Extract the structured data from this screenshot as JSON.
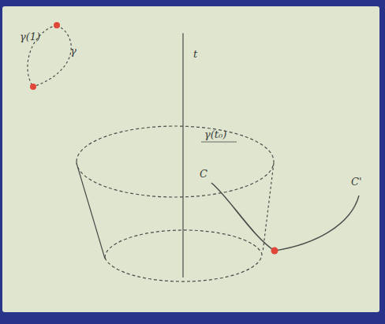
{
  "diagram": {
    "labels": [
      "γ(1)",
      "γ",
      "t",
      "γ(t₀)",
      "C",
      "C'"
    ]
  }
}
